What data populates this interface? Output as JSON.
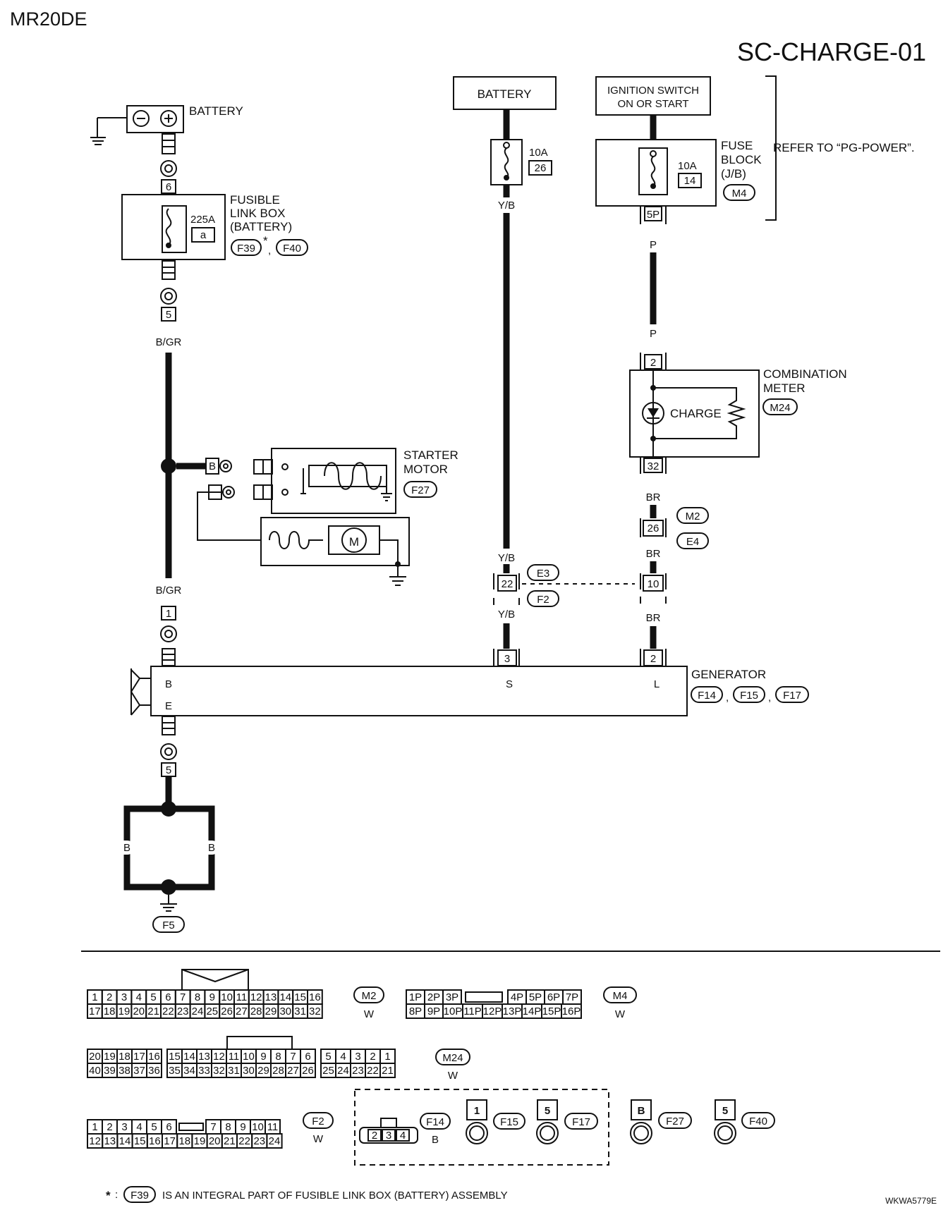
{
  "header": {
    "engine": "MR20DE",
    "diagram_id": "SC-CHARGE-01",
    "code": "WKWA5779E"
  },
  "components": {
    "battery_left": "BATTERY",
    "fusible_link_box": [
      "FUSIBLE",
      "LINK BOX",
      "(BATTERY)"
    ],
    "fusible_link_rating": "225A",
    "fusible_link_id": "a",
    "fusible_link_connectors": [
      "F39",
      "F40"
    ],
    "battery_supply": "BATTERY",
    "fuse_battery_rating": "10A",
    "fuse_battery_no": "26",
    "ignition_switch": [
      "IGNITION SWITCH",
      "ON OR START"
    ],
    "fuse_block": [
      "FUSE",
      "BLOCK",
      "(J/B)"
    ],
    "fuse_block_rating": "10A",
    "fuse_block_no": "14",
    "fuse_block_connector": "M4",
    "refer": "REFER TO “PG-POWER”.",
    "starter_motor": [
      "STARTER",
      "MOTOR"
    ],
    "starter_motor_connector": "F27",
    "starter_motor_symbol": "M",
    "combination_meter": [
      "COMBINATION",
      "METER"
    ],
    "combination_meter_connector": "M24",
    "charge_label": "CHARGE",
    "generator": "GENERATOR",
    "generator_connectors": [
      "F14",
      "F15",
      "F17"
    ],
    "ground_connector": "F5"
  },
  "wires": {
    "bgr": "B/GR",
    "yb": "Y/B",
    "p": "P",
    "br": "BR",
    "b": "B"
  },
  "pins": {
    "fl_in": "6",
    "fl_out": "5",
    "gen_b_term": "1",
    "gen_ground": "5",
    "fuse_block_out": "5P",
    "meter_in": "2",
    "meter_out": "32",
    "m2_e4": "26",
    "e3_f2_yb": "22",
    "e3_f2_br": "10",
    "gen_s": "3",
    "gen_l": "2",
    "starter_b": "B"
  },
  "inline_connectors": {
    "m2": "M2",
    "e4": "E4",
    "e3": "E3",
    "f2": "F2"
  },
  "generator_terminals": {
    "b": "B",
    "e": "E",
    "s": "S",
    "l": "L"
  },
  "connector_views": {
    "m2": {
      "id": "M2",
      "color": "W",
      "top": [
        "1",
        "2",
        "3",
        "4",
        "5",
        "6",
        "7",
        "8",
        "9",
        "10",
        "11",
        "12",
        "13",
        "14",
        "15",
        "16"
      ],
      "bottom": [
        "17",
        "18",
        "19",
        "20",
        "21",
        "22",
        "23",
        "24",
        "25",
        "26",
        "27",
        "28",
        "29",
        "30",
        "31",
        "32"
      ]
    },
    "m4": {
      "id": "M4",
      "color": "W",
      "top": [
        "1P",
        "2P",
        "3P",
        "",
        "4P",
        "5P",
        "6P",
        "7P"
      ],
      "bottom": [
        "8P",
        "9P",
        "10P",
        "11P",
        "12P",
        "13P",
        "14P",
        "15P",
        "16P"
      ]
    },
    "m24": {
      "id": "M24",
      "color": "W",
      "top": [
        "20",
        "19",
        "18",
        "17",
        "16",
        "",
        "15",
        "14",
        "13",
        "12",
        "11",
        "10",
        "9",
        "8",
        "7",
        "6",
        "",
        "5",
        "4",
        "3",
        "2",
        "1"
      ],
      "bottom": [
        "40",
        "39",
        "38",
        "37",
        "36",
        "",
        "35",
        "34",
        "33",
        "32",
        "31",
        "30",
        "29",
        "28",
        "27",
        "26",
        "",
        "25",
        "24",
        "23",
        "22",
        "21"
      ]
    },
    "f2": {
      "id": "F2",
      "color": "W",
      "top": [
        "1",
        "2",
        "3",
        "4",
        "5",
        "6",
        "",
        "7",
        "8",
        "9",
        "10",
        "11"
      ],
      "bottom": [
        "12",
        "13",
        "14",
        "15",
        "16",
        "17",
        "18",
        "19",
        "20",
        "21",
        "22",
        "23",
        "24"
      ]
    },
    "f14": {
      "id": "F14",
      "color": "B",
      "pins": [
        "2",
        "3",
        "4"
      ]
    },
    "f15": {
      "id": "F15",
      "pin": "1"
    },
    "f17": {
      "id": "F17",
      "pin": "5"
    },
    "f27": {
      "id": "F27",
      "pin": "B"
    },
    "f40": {
      "id": "F40",
      "pin": "5"
    }
  },
  "footnote": {
    "star": "*",
    "connector": "F39",
    "text": "IS AN INTEGRAL PART OF FUSIBLE LINK BOX (BATTERY) ASSEMBLY"
  }
}
